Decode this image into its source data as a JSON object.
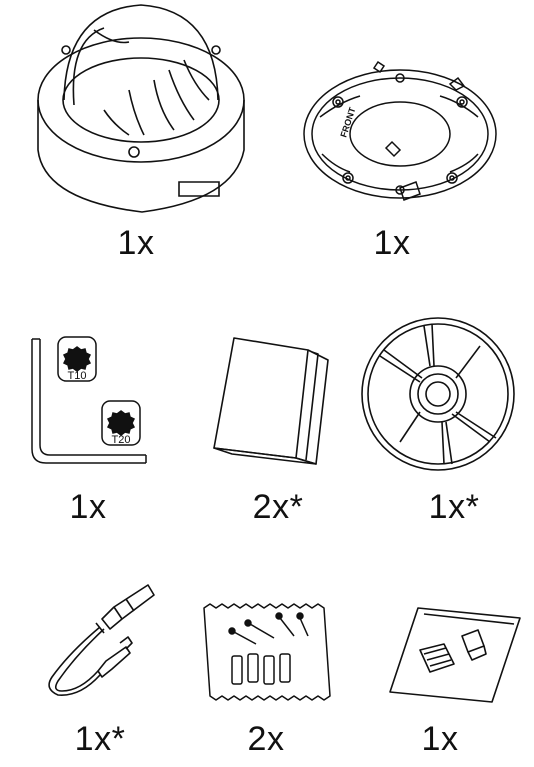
{
  "items": [
    {
      "name": "dome-camera",
      "quantity": "1x"
    },
    {
      "name": "mounting-bracket",
      "quantity": "1x",
      "bracket_label": "FRONT"
    },
    {
      "name": "torx-wrench",
      "quantity": "1x",
      "tip_labels": [
        "T10",
        "T20"
      ]
    },
    {
      "name": "manual-booklet",
      "quantity": "2x*"
    },
    {
      "name": "installation-cd",
      "quantity": "1x*"
    },
    {
      "name": "network-cable",
      "quantity": "1x*"
    },
    {
      "name": "screws-anchors-bag",
      "quantity": "2x"
    },
    {
      "name": "connector-bag",
      "quantity": "1x"
    }
  ],
  "colors": {
    "line": "#111111",
    "background": "#ffffff"
  }
}
